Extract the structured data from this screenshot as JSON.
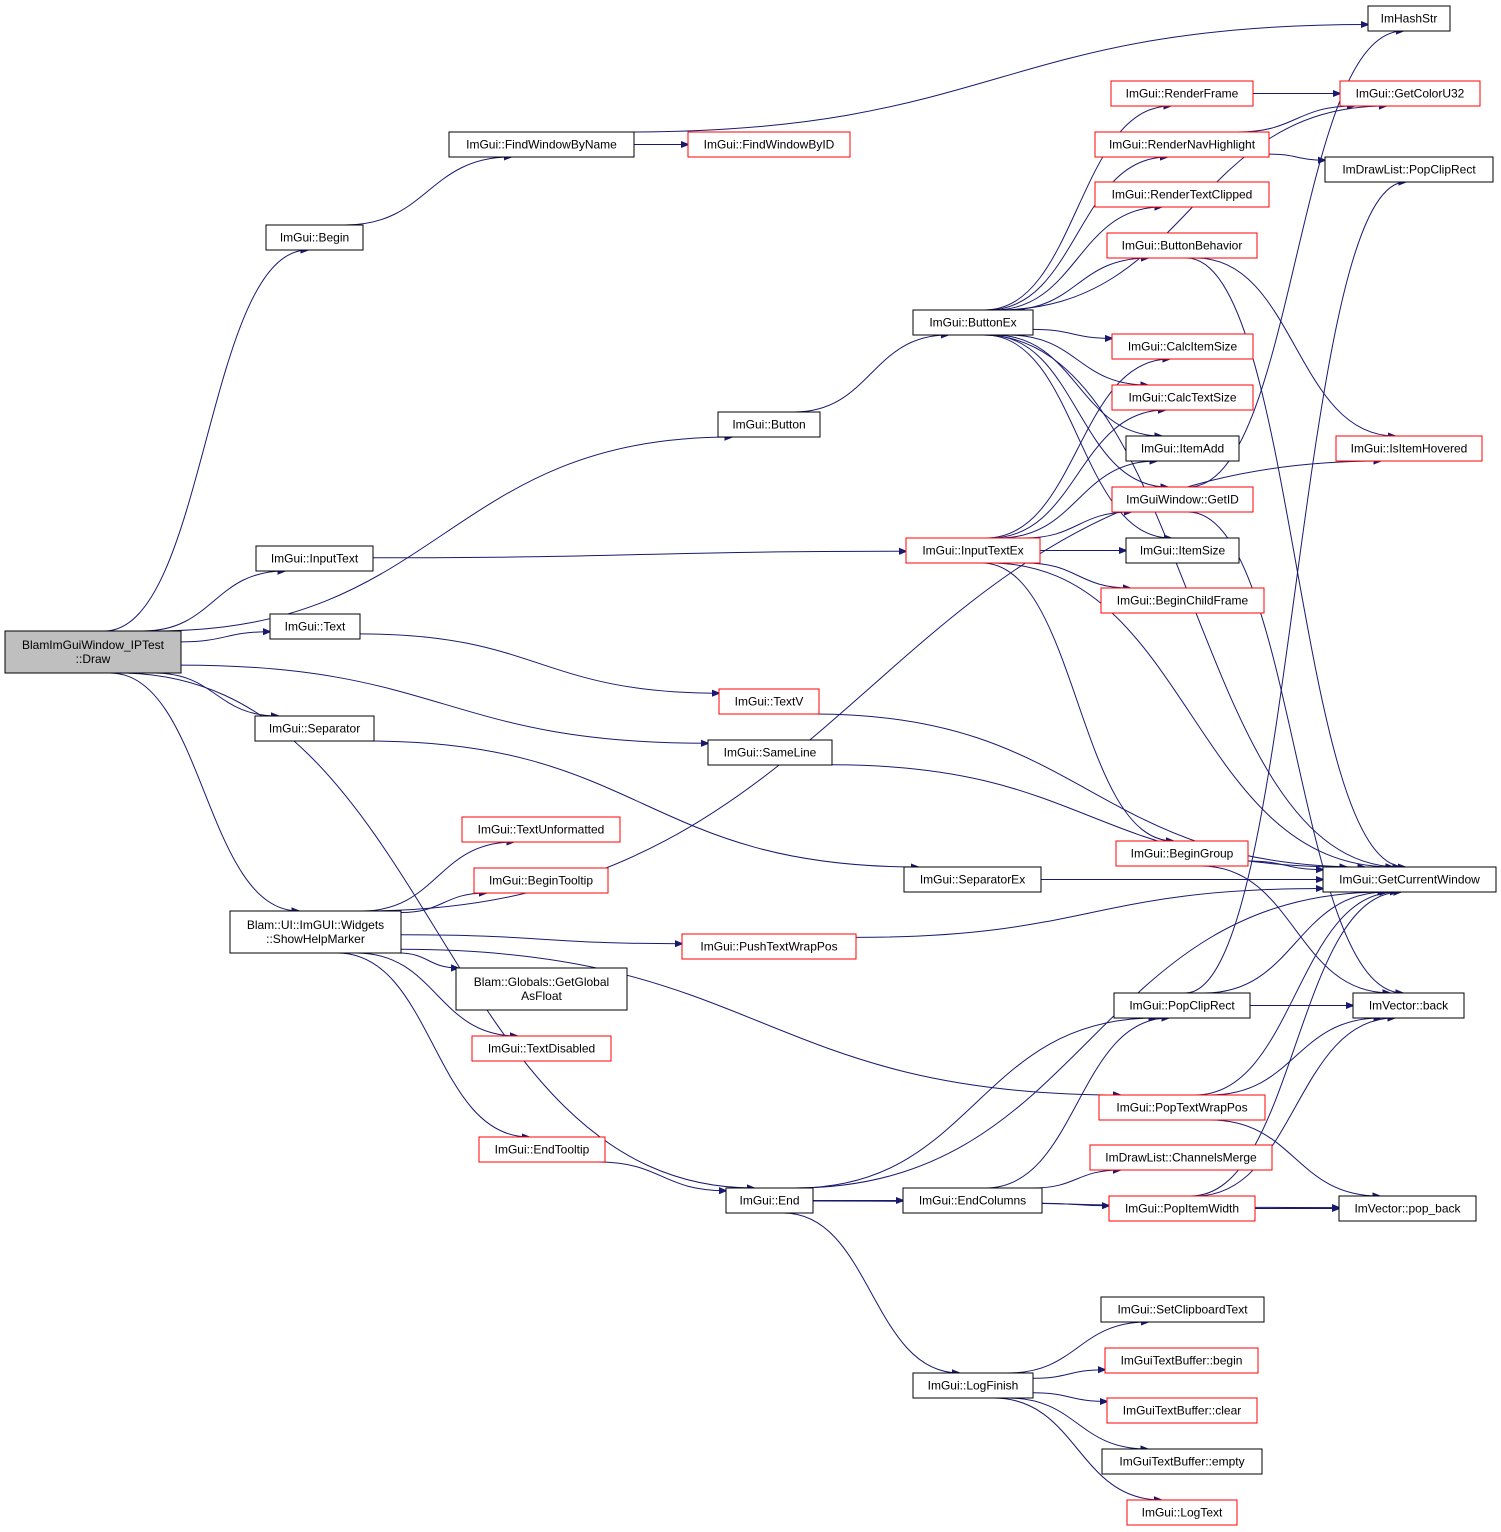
{
  "colors": {
    "edge": "#191970",
    "node_border_default": "#000000",
    "node_border_truncated": "#ff0000",
    "root_fill": "#bfbfbf",
    "node_fill": "#ffffff"
  },
  "nodes": {
    "draw": {
      "lines": [
        "BlamImGuiWindow_IPTest",
        "::Draw"
      ],
      "style": "root"
    },
    "begin": {
      "lines": [
        "ImGui::Begin"
      ],
      "style": "default"
    },
    "findwindowbyname": {
      "lines": [
        "ImGui::FindWindowByName"
      ],
      "style": "default"
    },
    "findwindowbyid": {
      "lines": [
        "ImGui::FindWindowByID"
      ],
      "style": "truncated"
    },
    "imhashstr": {
      "lines": [
        "ImHashStr"
      ],
      "style": "default"
    },
    "getcoloru32": {
      "lines": [
        "ImGui::GetColorU32"
      ],
      "style": "truncated"
    },
    "renderframe": {
      "lines": [
        "ImGui::RenderFrame"
      ],
      "style": "truncated"
    },
    "rendernavhighlight": {
      "lines": [
        "ImGui::RenderNavHighlight"
      ],
      "style": "truncated"
    },
    "drawlist_popcliprect": {
      "lines": [
        "ImDrawList::PopClipRect"
      ],
      "style": "default"
    },
    "rendertextclipped": {
      "lines": [
        "ImGui::RenderTextClipped"
      ],
      "style": "truncated"
    },
    "buttonbehavior": {
      "lines": [
        "ImGui::ButtonBehavior"
      ],
      "style": "truncated"
    },
    "buttonex": {
      "lines": [
        "ImGui::ButtonEx"
      ],
      "style": "default"
    },
    "calcitemsize": {
      "lines": [
        "ImGui::CalcItemSize"
      ],
      "style": "truncated"
    },
    "calctextsize": {
      "lines": [
        "ImGui::CalcTextSize"
      ],
      "style": "truncated"
    },
    "button": {
      "lines": [
        "ImGui::Button"
      ],
      "style": "default"
    },
    "itemadd": {
      "lines": [
        "ImGui::ItemAdd"
      ],
      "style": "default"
    },
    "isitemhovered": {
      "lines": [
        "ImGui::IsItemHovered"
      ],
      "style": "truncated"
    },
    "getid": {
      "lines": [
        "ImGuiWindow::GetID"
      ],
      "style": "truncated"
    },
    "inputtext": {
      "lines": [
        "ImGui::InputText"
      ],
      "style": "default"
    },
    "inputtextex": {
      "lines": [
        "ImGui::InputTextEx"
      ],
      "style": "truncated"
    },
    "itemsize": {
      "lines": [
        "ImGui::ItemSize"
      ],
      "style": "default"
    },
    "beginchildframe": {
      "lines": [
        "ImGui::BeginChildFrame"
      ],
      "style": "truncated"
    },
    "text": {
      "lines": [
        "ImGui::Text"
      ],
      "style": "default"
    },
    "textv": {
      "lines": [
        "ImGui::TextV"
      ],
      "style": "truncated"
    },
    "separator": {
      "lines": [
        "ImGui::Separator"
      ],
      "style": "default"
    },
    "sameline": {
      "lines": [
        "ImGui::SameLine"
      ],
      "style": "default"
    },
    "textunformatted": {
      "lines": [
        "ImGui::TextUnformatted"
      ],
      "style": "truncated"
    },
    "begingroup": {
      "lines": [
        "ImGui::BeginGroup"
      ],
      "style": "truncated"
    },
    "begintooltip": {
      "lines": [
        "ImGui::BeginTooltip"
      ],
      "style": "truncated"
    },
    "separatorex": {
      "lines": [
        "ImGui::SeparatorEx"
      ],
      "style": "default"
    },
    "getcurrentwindow": {
      "lines": [
        "ImGui::GetCurrentWindow"
      ],
      "style": "default"
    },
    "showhelpmarker": {
      "lines": [
        "Blam::UI::ImGUI::Widgets",
        "::ShowHelpMarker"
      ],
      "style": "default"
    },
    "pushtextwrappos": {
      "lines": [
        "ImGui::PushTextWrapPos"
      ],
      "style": "truncated"
    },
    "getglobalasfloat": {
      "lines": [
        "Blam::Globals::GetGlobal",
        "AsFloat"
      ],
      "style": "default"
    },
    "popcliprect": {
      "lines": [
        "ImGui::PopClipRect"
      ],
      "style": "default"
    },
    "imvector_back": {
      "lines": [
        "ImVector::back"
      ],
      "style": "default"
    },
    "textdisabled": {
      "lines": [
        "ImGui::TextDisabled"
      ],
      "style": "truncated"
    },
    "poptextwrappos": {
      "lines": [
        "ImGui::PopTextWrapPos"
      ],
      "style": "truncated"
    },
    "endtooltip": {
      "lines": [
        "ImGui::EndTooltip"
      ],
      "style": "truncated"
    },
    "channelsmerge": {
      "lines": [
        "ImDrawList::ChannelsMerge"
      ],
      "style": "truncated"
    },
    "end": {
      "lines": [
        "ImGui::End"
      ],
      "style": "default"
    },
    "endcolumns": {
      "lines": [
        "ImGui::EndColumns"
      ],
      "style": "default"
    },
    "popitemwidth": {
      "lines": [
        "ImGui::PopItemWidth"
      ],
      "style": "truncated"
    },
    "imvector_pop_back": {
      "lines": [
        "ImVector::pop_back"
      ],
      "style": "default"
    },
    "setclipboardtext": {
      "lines": [
        "ImGui::SetClipboardText"
      ],
      "style": "default"
    },
    "textbuffer_begin": {
      "lines": [
        "ImGuiTextBuffer::begin"
      ],
      "style": "truncated"
    },
    "logfinish": {
      "lines": [
        "ImGui::LogFinish"
      ],
      "style": "default"
    },
    "textbuffer_clear": {
      "lines": [
        "ImGuiTextBuffer::clear"
      ],
      "style": "truncated"
    },
    "textbuffer_empty": {
      "lines": [
        "ImGuiTextBuffer::empty"
      ],
      "style": "default"
    },
    "logtext": {
      "lines": [
        "ImGui::LogText"
      ],
      "style": "truncated"
    }
  },
  "edges": [
    {
      "from": "draw",
      "to": "begin"
    },
    {
      "from": "draw",
      "to": "button"
    },
    {
      "from": "draw",
      "to": "inputtext"
    },
    {
      "from": "draw",
      "to": "text"
    },
    {
      "from": "draw",
      "to": "sameline"
    },
    {
      "from": "draw",
      "to": "separator"
    },
    {
      "from": "draw",
      "to": "showhelpmarker"
    },
    {
      "from": "draw",
      "to": "end"
    },
    {
      "from": "begin",
      "to": "findwindowbyname"
    },
    {
      "from": "findwindowbyname",
      "to": "findwindowbyid"
    },
    {
      "from": "findwindowbyname",
      "to": "imhashstr"
    },
    {
      "from": "button",
      "to": "buttonex"
    },
    {
      "from": "buttonex",
      "to": "getcoloru32"
    },
    {
      "from": "buttonex",
      "to": "renderframe"
    },
    {
      "from": "buttonex",
      "to": "rendernavhighlight"
    },
    {
      "from": "buttonex",
      "to": "rendertextclipped"
    },
    {
      "from": "buttonex",
      "to": "buttonbehavior"
    },
    {
      "from": "buttonex",
      "to": "calcitemsize"
    },
    {
      "from": "buttonex",
      "to": "calctextsize"
    },
    {
      "from": "buttonex",
      "to": "itemadd"
    },
    {
      "from": "buttonex",
      "to": "getid"
    },
    {
      "from": "buttonex",
      "to": "itemsize"
    },
    {
      "from": "buttonex",
      "to": "getcurrentwindow"
    },
    {
      "from": "renderframe",
      "to": "getcoloru32"
    },
    {
      "from": "rendernavhighlight",
      "to": "getcoloru32"
    },
    {
      "from": "rendernavhighlight",
      "to": "drawlist_popcliprect"
    },
    {
      "from": "buttonbehavior",
      "to": "isitemhovered"
    },
    {
      "from": "buttonbehavior",
      "to": "getcurrentwindow"
    },
    {
      "from": "getid",
      "to": "imhashstr"
    },
    {
      "from": "getid",
      "to": "imvector_back"
    },
    {
      "from": "inputtext",
      "to": "inputtextex"
    },
    {
      "from": "inputtextex",
      "to": "calcitemsize"
    },
    {
      "from": "inputtextex",
      "to": "calctextsize"
    },
    {
      "from": "inputtextex",
      "to": "itemadd"
    },
    {
      "from": "inputtextex",
      "to": "getid"
    },
    {
      "from": "inputtextex",
      "to": "itemsize"
    },
    {
      "from": "inputtextex",
      "to": "beginchildframe"
    },
    {
      "from": "inputtextex",
      "to": "begingroup"
    },
    {
      "from": "inputtextex",
      "to": "getcurrentwindow"
    },
    {
      "from": "text",
      "to": "textv"
    },
    {
      "from": "textv",
      "to": "getcurrentwindow"
    },
    {
      "from": "sameline",
      "to": "getcurrentwindow"
    },
    {
      "from": "separator",
      "to": "separatorex"
    },
    {
      "from": "separatorex",
      "to": "getcurrentwindow"
    },
    {
      "from": "begingroup",
      "to": "getcurrentwindow"
    },
    {
      "from": "begingroup",
      "to": "imvector_back"
    },
    {
      "from": "showhelpmarker",
      "to": "textunformatted"
    },
    {
      "from": "showhelpmarker",
      "to": "begintooltip"
    },
    {
      "from": "showhelpmarker",
      "to": "isitemhovered"
    },
    {
      "from": "showhelpmarker",
      "to": "pushtextwrappos"
    },
    {
      "from": "showhelpmarker",
      "to": "getglobalasfloat"
    },
    {
      "from": "showhelpmarker",
      "to": "textdisabled"
    },
    {
      "from": "showhelpmarker",
      "to": "poptextwrappos"
    },
    {
      "from": "showhelpmarker",
      "to": "endtooltip"
    },
    {
      "from": "pushtextwrappos",
      "to": "getcurrentwindow"
    },
    {
      "from": "popcliprect",
      "to": "getcurrentwindow"
    },
    {
      "from": "popcliprect",
      "to": "imvector_back"
    },
    {
      "from": "popcliprect",
      "to": "drawlist_popcliprect"
    },
    {
      "from": "poptextwrappos",
      "to": "getcurrentwindow"
    },
    {
      "from": "poptextwrappos",
      "to": "imvector_back"
    },
    {
      "from": "poptextwrappos",
      "to": "imvector_pop_back"
    },
    {
      "from": "endtooltip",
      "to": "end"
    },
    {
      "from": "end",
      "to": "popcliprect"
    },
    {
      "from": "end",
      "to": "endcolumns"
    },
    {
      "from": "end",
      "to": "imvector_pop_back"
    },
    {
      "from": "end",
      "to": "logfinish"
    },
    {
      "from": "end",
      "to": "getcurrentwindow"
    },
    {
      "from": "endcolumns",
      "to": "popcliprect"
    },
    {
      "from": "endcolumns",
      "to": "channelsmerge"
    },
    {
      "from": "endcolumns",
      "to": "popitemwidth"
    },
    {
      "from": "popitemwidth",
      "to": "getcurrentwindow"
    },
    {
      "from": "popitemwidth",
      "to": "imvector_back"
    },
    {
      "from": "popitemwidth",
      "to": "imvector_pop_back"
    },
    {
      "from": "logfinish",
      "to": "setclipboardtext"
    },
    {
      "from": "logfinish",
      "to": "textbuffer_begin"
    },
    {
      "from": "logfinish",
      "to": "textbuffer_clear"
    },
    {
      "from": "logfinish",
      "to": "textbuffer_empty"
    },
    {
      "from": "logfinish",
      "to": "logtext"
    }
  ]
}
